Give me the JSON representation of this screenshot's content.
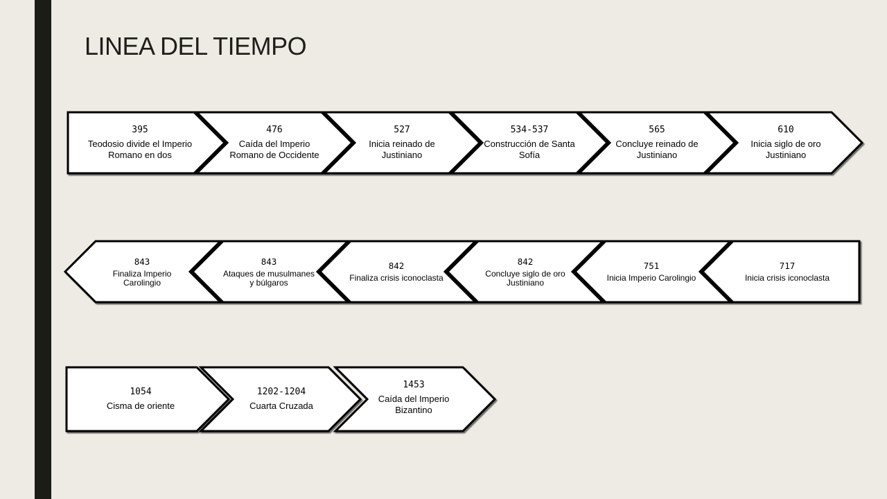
{
  "slide": {
    "title": "LINEA DEL TIEMPO"
  },
  "timeline": {
    "row1": [
      {
        "year": "395",
        "text": "Teodosio divide el Imperio Romano en dos"
      },
      {
        "year": "476",
        "text": "Caída del Imperio Romano de Occidente"
      },
      {
        "year": "527",
        "text": "Inicia reinado de Justiniano"
      },
      {
        "year": "534-537",
        "text": "Construcción de Santa Sofía"
      },
      {
        "year": "565",
        "text": "Concluye reinado de Justiniano"
      },
      {
        "year": "610",
        "text": "Inicia siglo de oro Justiniano"
      }
    ],
    "row2": [
      {
        "year": "843",
        "text": "Finaliza Imperio Carolingio"
      },
      {
        "year": "843",
        "text": "Ataques de musulmanes y búlgaros"
      },
      {
        "year": "842",
        "text": "Finaliza crisis iconoclasta"
      },
      {
        "year": "842",
        "text": "Concluye siglo de oro Justiniano"
      },
      {
        "year": "751",
        "text": "Inicia Imperio Carolingio"
      },
      {
        "year": "717",
        "text": "Inicia crisis iconoclasta"
      }
    ],
    "row3": [
      {
        "year": "1054",
        "text": "Cisma de oriente"
      },
      {
        "year": "1202-1204",
        "text": "Cuarta Cruzada"
      },
      {
        "year": "1453",
        "text": "Caída del Imperio Bizantino"
      }
    ]
  }
}
